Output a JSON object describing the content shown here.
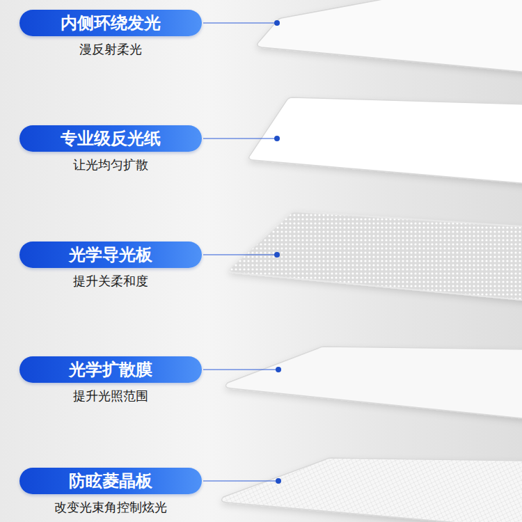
{
  "diagram": {
    "nodes": [
      {
        "text": [
          "内侧环绕发光",
          "漫反射柔光"
        ]
      },
      {
        "text": [
          "专业级反光纸",
          "让光均匀扩散"
        ]
      },
      {
        "text": [
          "光学导光板",
          "提升关柔和度"
        ]
      },
      {
        "text": [
          "光学扩散膜",
          "提升光照范围"
        ]
      },
      {
        "text": [
          "防眩菱晶板",
          "改变光束角控制炫光"
        ]
      }
    ]
  }
}
